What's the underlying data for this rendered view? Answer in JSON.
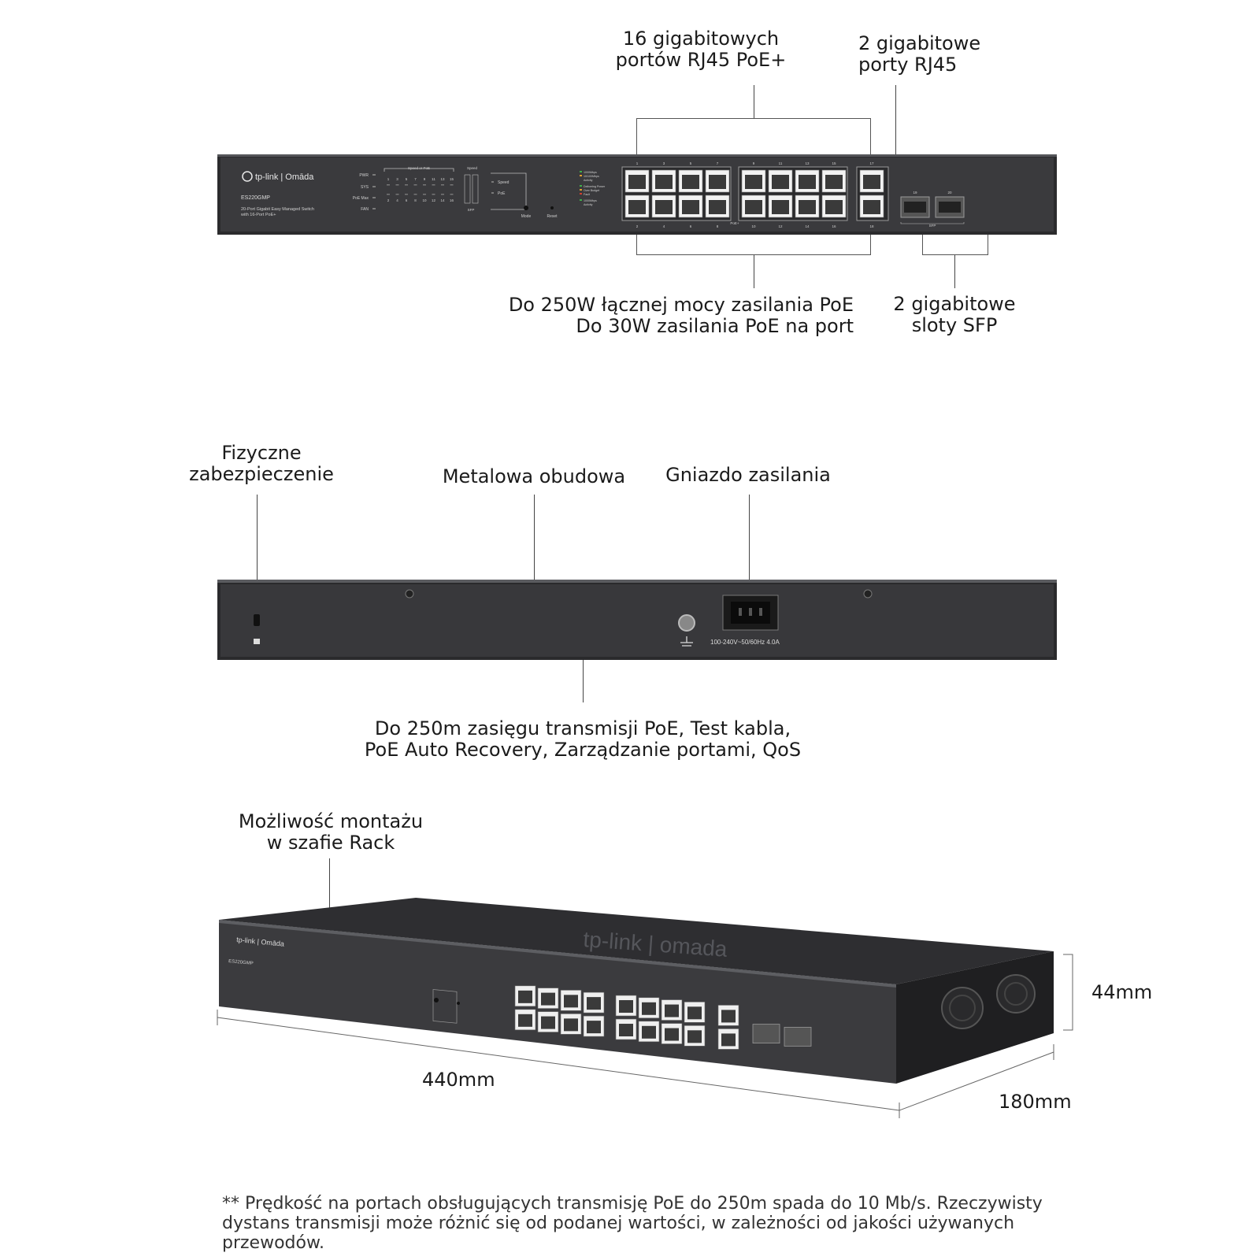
{
  "labels": {
    "ports_poe": [
      "16 gigabitowych",
      "portów RJ45 PoE+"
    ],
    "ports_rj45": [
      "2 gigabitowe",
      "porty RJ45"
    ],
    "poe_power": [
      "Do 250W łącznej mocy zasilania PoE",
      "Do 30W zasilania PoE na port"
    ],
    "sfp_slots": [
      "2 gigabitowe",
      "sloty SFP"
    ],
    "security": [
      "Fizyczne",
      "zabezpieczenie"
    ],
    "metal_case": "Metalowa obudowa",
    "power_socket": "Gniazdo zasilania",
    "features": [
      "Do 250m zasięgu transmisji PoE, Test kabla,",
      "PoE Auto Recovery, Zarządzanie portami, QoS"
    ],
    "rack_mount": [
      "Możliwość montażu",
      "w szafie Rack"
    ],
    "dim_height": "44mm",
    "dim_width": "440mm",
    "dim_depth": "180mm"
  },
  "device": {
    "brand": "tp-link | Omāda",
    "model": "ES220GMP",
    "description": [
      "20-Port Gigabit Easy Managed Switch",
      "with 16-Port PoE+"
    ],
    "led_labels": [
      "PWR",
      "SYS",
      "PoE Max",
      "FAN"
    ],
    "speed_poe_label": "Speed or PoE",
    "speed_label": "Speed",
    "sfp_label": "SFP",
    "mode_options": [
      "Speed",
      "PoE"
    ],
    "mode_button": "Mode",
    "reset_button": "Reset",
    "legend": [
      "1000Mbps",
      "10/100Mbps",
      "Activity",
      "Delivering Power",
      "Over Budget",
      "Fault",
      "1000Mbps",
      "Activity"
    ],
    "poe_group_label": "PoE+",
    "top_port_numbers": [
      "1",
      "3",
      "5",
      "7",
      "9",
      "11",
      "13",
      "15",
      "17"
    ],
    "bottom_port_numbers": [
      "2",
      "4",
      "6",
      "8",
      "10",
      "12",
      "14",
      "16",
      "18"
    ],
    "sfp_numbers": [
      "19",
      "20"
    ],
    "power_rating": "100-240V~50/60Hz 4.0A",
    "top_logo": "tp-link | omada"
  },
  "footnote": "** Prędkość na portach obsługujących transmisję PoE do 250m spada do 10 Mb/s. Rzeczywisty dystans transmisji może różnić się od podanej wartości, w zależności od jakości używanych przewodów."
}
